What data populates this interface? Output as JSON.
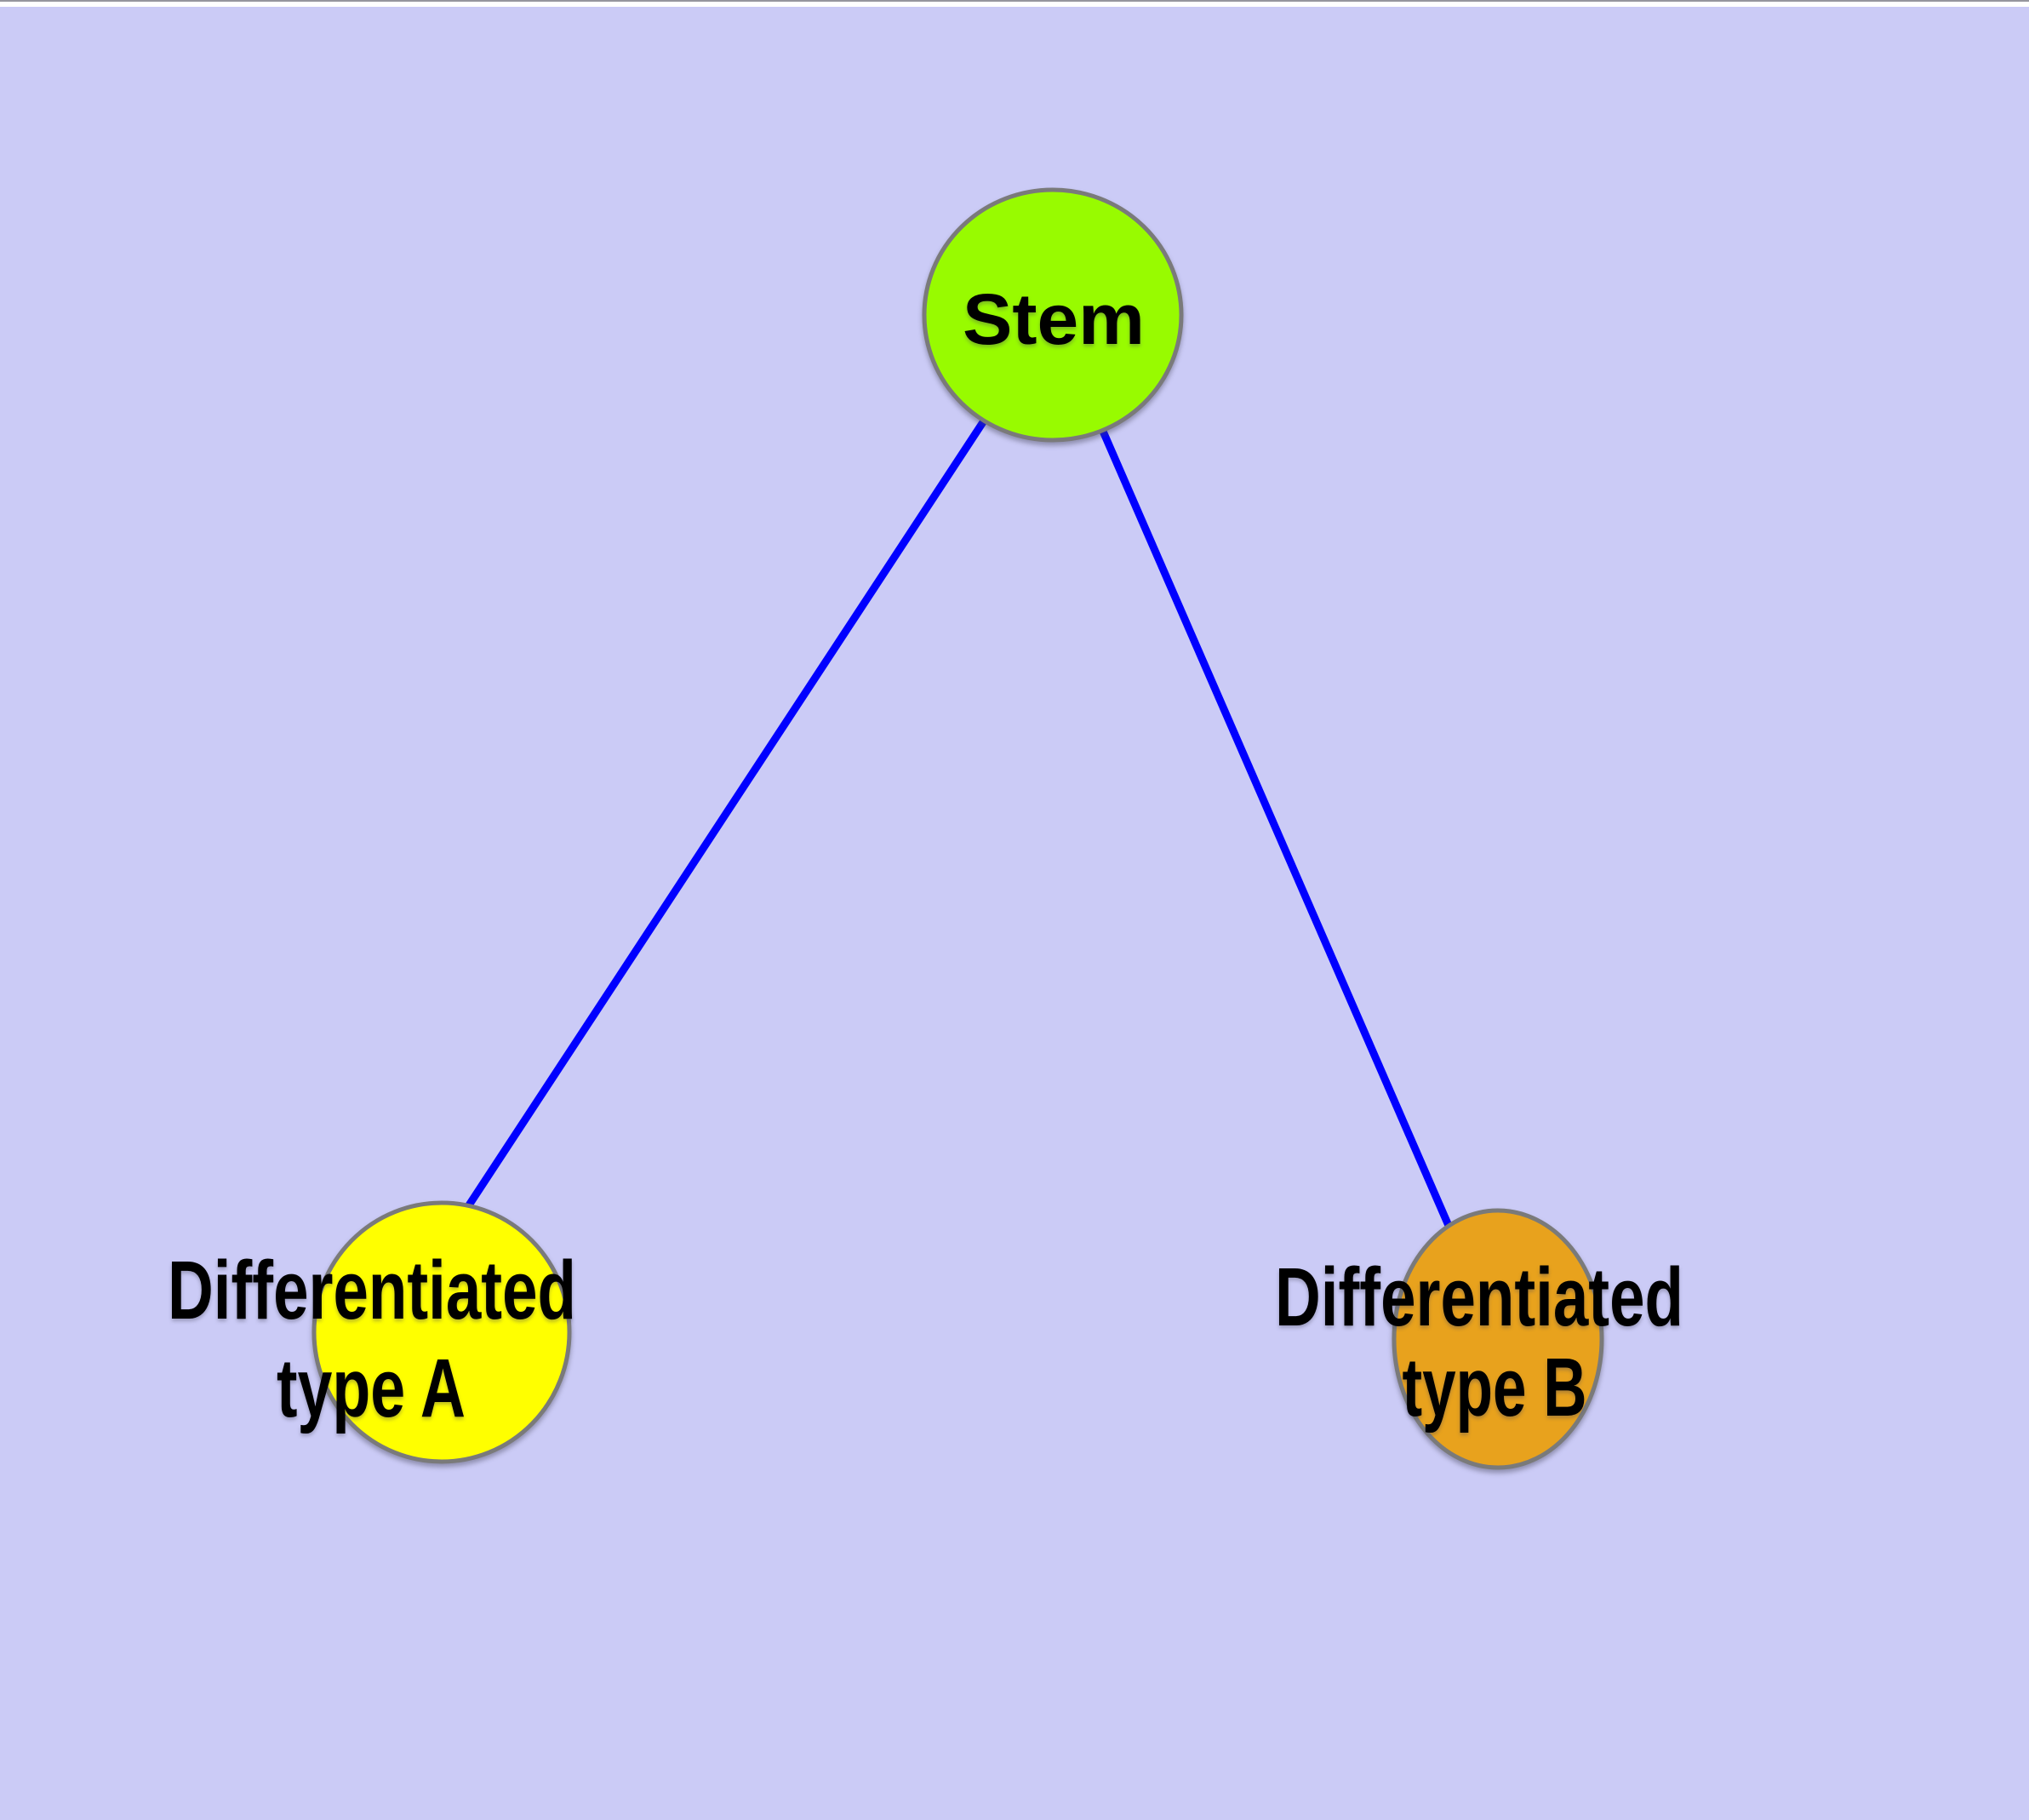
{
  "diagram": {
    "type": "node-link-graph",
    "background_color": "#CBCBF6",
    "top_margin_color": "#FFFFFF",
    "top_rule_color": "#96969E",
    "edge_color": "#0000FF",
    "node_border_color": "#7A7A7A",
    "label_color": "#000000",
    "nodes": {
      "stem": {
        "label": "Stem",
        "fill": "#98FB00"
      },
      "type_a": {
        "line1": "Differentiated",
        "line2": "type A",
        "fill": "#FFFF00"
      },
      "type_b": {
        "line1": "Differentiated",
        "line2": "type B",
        "fill": "#E8A21D"
      }
    },
    "edges": [
      {
        "from": "Stem",
        "to": "Differentiated type A"
      },
      {
        "from": "Stem",
        "to": "Differentiated type B"
      }
    ]
  }
}
